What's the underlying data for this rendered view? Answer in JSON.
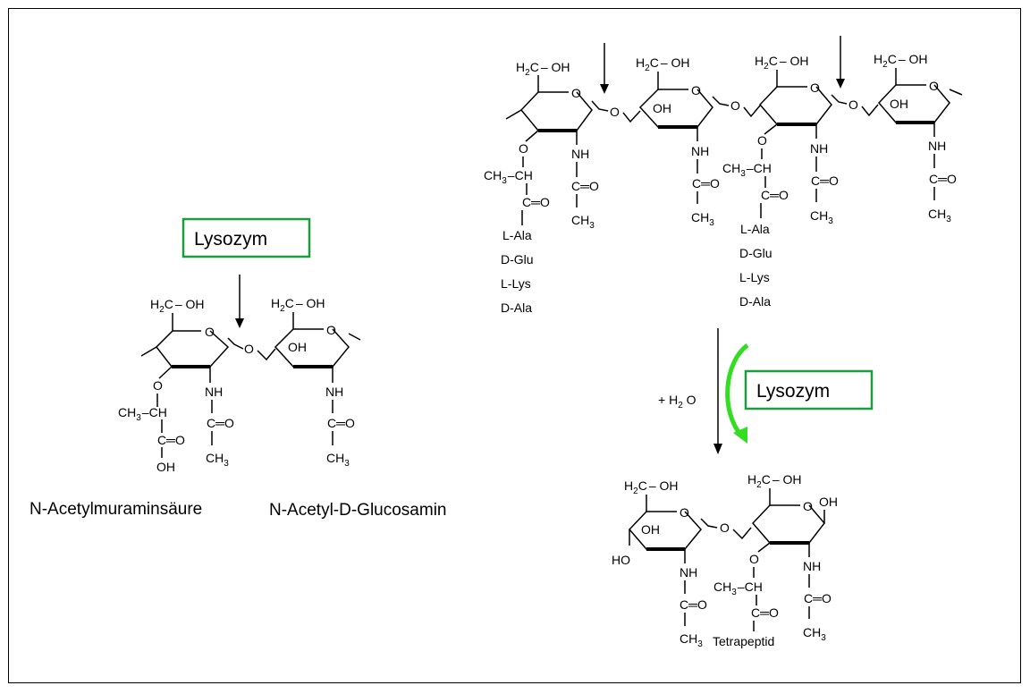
{
  "enzyme_label": "Lysozym",
  "water_label": "+ H₂ O",
  "monomer_1_name": "N-Acetylmuraminsäure",
  "monomer_2_name": "N-Acetyl-D-Glucosamin",
  "peptide": [
    "L-Ala",
    "D-Glu",
    "L-Lys",
    "D-Ala"
  ],
  "product_label": "Tetrapeptid",
  "groups": {
    "ch2oh_left": "H",
    "ch2oh_sub": "2",
    "ch2oh_right": "C",
    "ch2oh_tail": "– OH",
    "ring_o": "O",
    "oh": "OH",
    "ho": "HO",
    "nh": "NH",
    "c_o": "C═O",
    "ch3_base": "CH",
    "ch3_sub": "3",
    "ch_chain": "CH",
    "link_o": "O"
  },
  "colors": {
    "box_border": "#1a9e3c",
    "arrow_green": "#33dd22",
    "text": "#000000"
  }
}
